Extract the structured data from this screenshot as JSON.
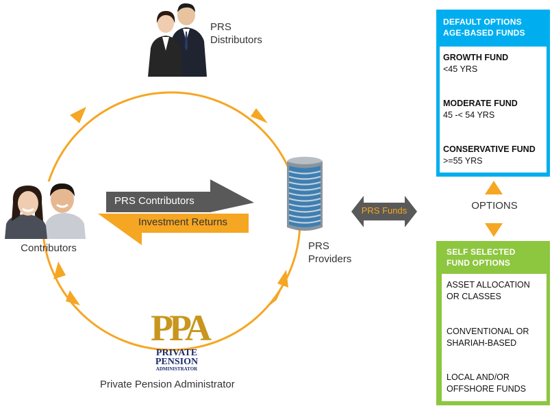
{
  "nodes": {
    "distributors": {
      "line1": "PRS",
      "line2": "Distributors"
    },
    "contributors": "Contributors",
    "providers": {
      "line1": "PRS",
      "line2": "Providers"
    },
    "administrator": "Private Pension Administrator"
  },
  "flows": {
    "contributions_arrow": "PRS Contributors",
    "returns_arrow": "Investment Returns",
    "funds_arrow": "PRS Funds"
  },
  "ppa_logo": {
    "letters": "PPA",
    "line1": "PRIVATE",
    "line2": "PENSION",
    "line3": "ADMINISTRATOR"
  },
  "options_label": "OPTIONS",
  "default_box": {
    "title_line1": "DEFAULT OPTIONS",
    "title_line2": "AGE-BASED FUNDS",
    "items": [
      {
        "name": "GROWTH FUND",
        "range": "<45 YRS"
      },
      {
        "name": "MODERATE FUND",
        "range": "45 -< 54 YRS"
      },
      {
        "name": "CONSERVATIVE FUND",
        "range": ">=55 YRS"
      }
    ]
  },
  "self_box": {
    "title_line1": "SELF SELECTED",
    "title_line2": "FUND OPTIONS",
    "items": [
      {
        "line1": "ASSET ALLOCATION",
        "line2": "OR CLASSES"
      },
      {
        "line1": "CONVENTIONAL OR",
        "line2": "SHARIAH-BASED"
      },
      {
        "line1": "LOCAL AND/OR",
        "line2": "OFFSHORE FUNDS"
      }
    ]
  },
  "colors": {
    "cycle": "#f5a623",
    "dark_arrow": "#595959",
    "orange_arrow": "#f5a623",
    "default_box": "#00aeef",
    "self_box": "#8dc63f",
    "ppa_gold": "#c8961e",
    "ppa_navy": "#1d2d6b"
  }
}
